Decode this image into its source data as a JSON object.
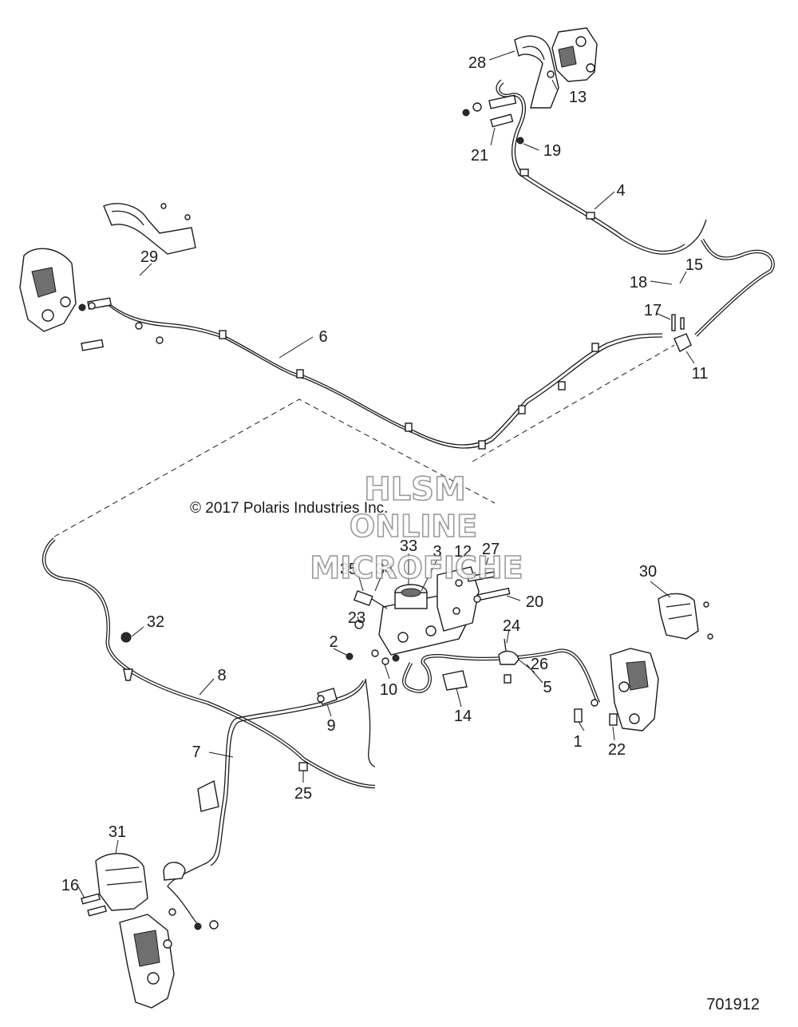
{
  "copyright": "© 2017 Polaris Industries Inc.",
  "watermark": {
    "line1": "HLSM",
    "line2": "ONLINE",
    "line3": "MICROFICHE"
  },
  "document_number": "701912",
  "callouts": {
    "c1": "1",
    "c2": "2",
    "c3": "3",
    "c4": "4",
    "c5": "5",
    "c6": "6",
    "c7": "7",
    "c8": "8",
    "c9": "9",
    "c10": "10",
    "c11": "11",
    "c12": "12",
    "c13": "13",
    "c14": "14",
    "c15": "15",
    "c16": "16",
    "c17": "17",
    "c18": "18",
    "c19": "19",
    "c20": "20",
    "c21": "21",
    "c22": "22",
    "c23": "23",
    "c24": "24",
    "c25": "25",
    "c26": "26",
    "c27": "27",
    "c28": "28",
    "c29": "29",
    "c30": "30",
    "c31": "31",
    "c32": "32",
    "c33": "33",
    "c34": "34",
    "c35": "35"
  },
  "colors": {
    "line": "#1a1a1a",
    "watermark_outline": "#8a8a8a",
    "background": "#ffffff"
  }
}
